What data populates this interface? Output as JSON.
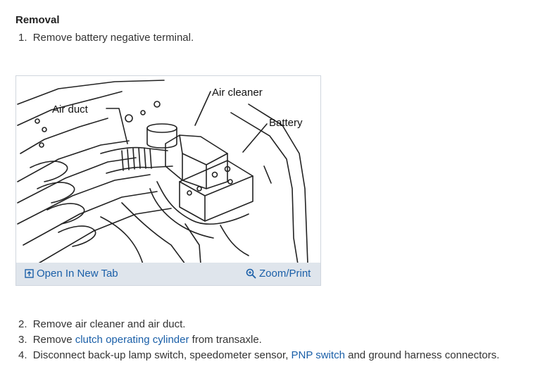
{
  "section": {
    "heading": "Removal"
  },
  "steps": [
    {
      "num": "1.",
      "text": "Remove battery negative terminal."
    },
    {
      "num": "2.",
      "text": "Remove air cleaner and air duct."
    },
    {
      "num": "3.",
      "before": "Remove ",
      "link": "clutch operating cylinder",
      "after": " from transaxle."
    },
    {
      "num": "4.",
      "before": "Disconnect back-up lamp switch, speedometer sensor, ",
      "link": "PNP switch",
      "after": " and ground harness connectors."
    }
  ],
  "figure": {
    "labels": {
      "air_cleaner": "Air cleaner",
      "air_duct": "Air duct",
      "battery": "Battery"
    },
    "open_tab_label": "Open In New Tab",
    "zoom_label": "Zoom/Print"
  },
  "colors": {
    "link": "#1a5fa8",
    "bar_bg": "#dfe5ec",
    "text": "#333333"
  },
  "icons": {
    "open_tab": "open-in-new-tab-icon",
    "zoom": "magnifier-zoom-icon"
  }
}
